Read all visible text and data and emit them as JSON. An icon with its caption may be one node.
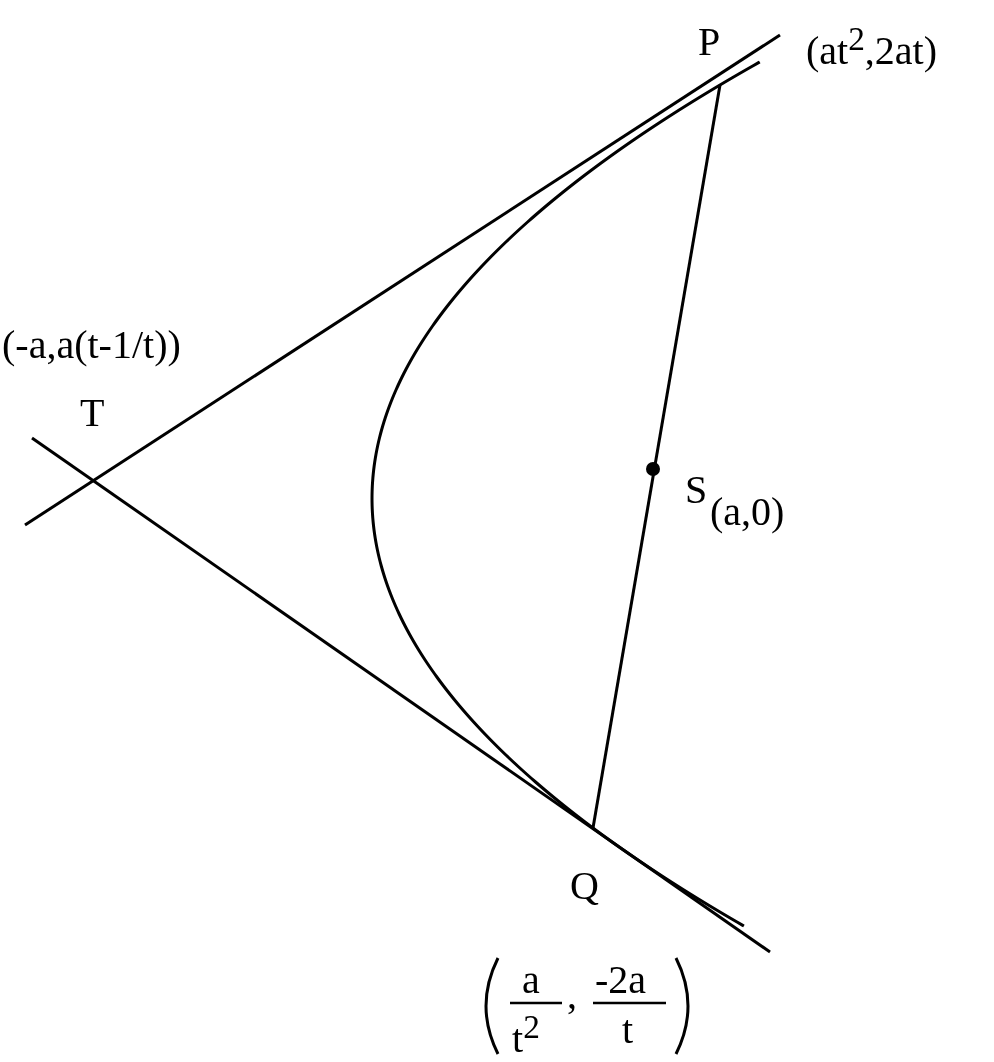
{
  "diagram": {
    "labels": [
      "P",
      "(at$^{2}$,2at)",
      "(-a,a(t-1/t))",
      "T",
      "S",
      "(a,0)",
      "Q",
      "a",
      "t$^{2}$",
      ",",
      "-2a",
      "t"
    ]
  }
}
